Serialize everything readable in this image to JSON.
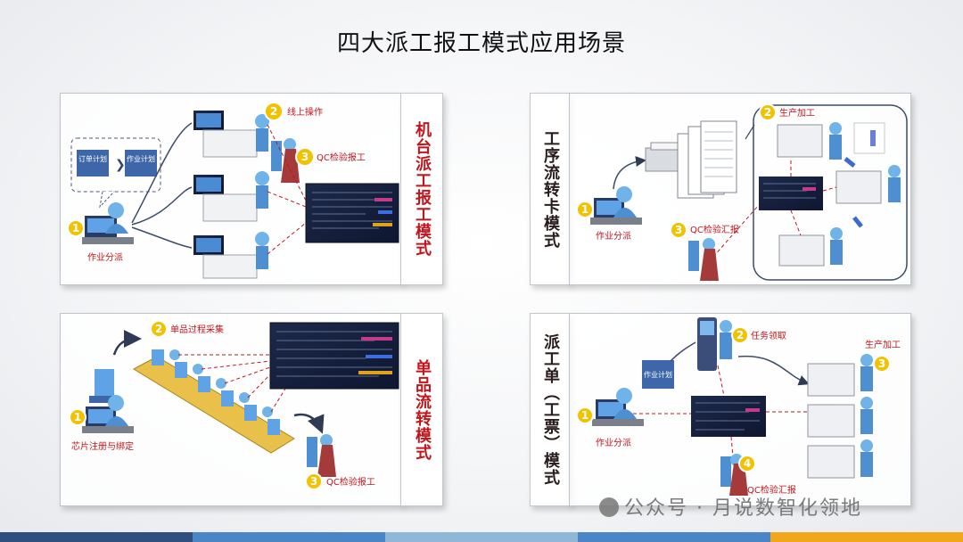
{
  "title": "四大派工报工模式应用场景",
  "panels": [
    {
      "mode": "机台派工报工模式",
      "bubble": [
        "订单计划",
        "作业计划"
      ],
      "steps": [
        {
          "n": "1",
          "label": "作业分派"
        },
        {
          "n": "2",
          "label": "线上操作"
        },
        {
          "n": "3",
          "label": "QC检验报工"
        }
      ]
    },
    {
      "mode": "工序流转卡模式",
      "steps": [
        {
          "n": "1",
          "label": "作业分派"
        },
        {
          "n": "2",
          "label": "生产加工"
        },
        {
          "n": "3",
          "label": "QC检验汇报"
        }
      ]
    },
    {
      "mode": "单品流转模式",
      "steps": [
        {
          "n": "1",
          "label": "芯片注册与绑定"
        },
        {
          "n": "2",
          "label": "单品过程采集"
        },
        {
          "n": "3",
          "label": "QC检验报工"
        }
      ]
    },
    {
      "mode": "派工单（工票）模式",
      "plan_box": "作业计划",
      "steps": [
        {
          "n": "1",
          "label": "作业分派"
        },
        {
          "n": "2",
          "label": "任务领取"
        },
        {
          "n": "3",
          "label": "生产加工"
        },
        {
          "n": "4",
          "label": "QC检验汇报"
        }
      ]
    }
  ],
  "watermark": "公众号 · 月说数智化领地",
  "colors": {
    "mode_label": "#c0161c",
    "step_badge": "#f2c200",
    "step_label": "#c0161c",
    "bottom_bar": [
      "#2f4f7f",
      "#4a86c5",
      "#8fb8d8",
      "#f0a81a"
    ]
  }
}
